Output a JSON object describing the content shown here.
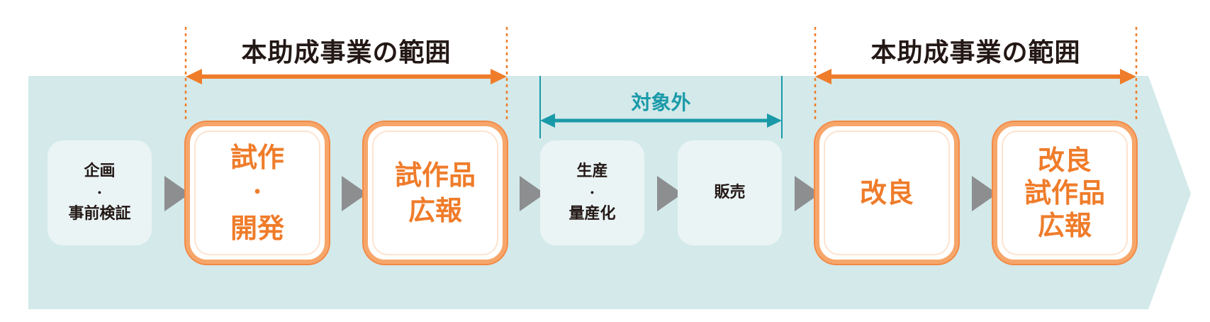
{
  "scope_label": "本助成事業の範囲",
  "excluded_label": "対象外",
  "steps": [
    {
      "lines": [
        "企画",
        "・",
        "事前検証"
      ],
      "in_scope": false
    },
    {
      "lines": [
        "試作",
        "・",
        "開発"
      ],
      "in_scope": true
    },
    {
      "lines": [
        "試作品",
        "広報"
      ],
      "in_scope": true
    },
    {
      "lines": [
        "生産",
        "・",
        "量産化"
      ],
      "in_scope": false
    },
    {
      "lines": [
        "販売"
      ],
      "in_scope": false
    },
    {
      "lines": [
        "改良"
      ],
      "in_scope": true
    },
    {
      "lines": [
        "改良",
        "試作品",
        "広報"
      ],
      "in_scope": true
    }
  ],
  "colors": {
    "band": "#d3e9ea",
    "scope_orange": "#ef7c2a",
    "excluded_teal": "#1a9aa8",
    "connector_gray": "#8d8e90",
    "plain_box": "#eaf4f5"
  }
}
